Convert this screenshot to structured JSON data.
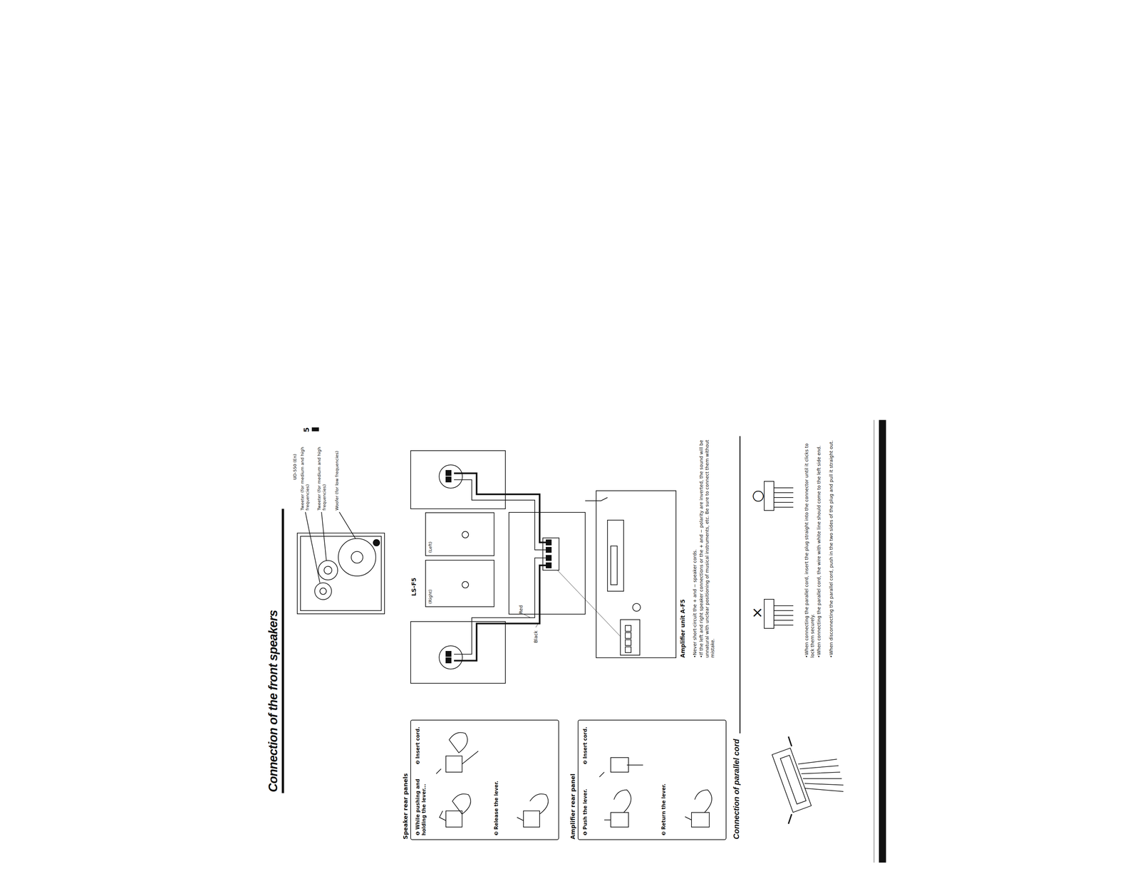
{
  "diagram": {
    "title": "Connection of the front speakers",
    "nodes": [
      {
        "text": [
          "Speaker rear panels",
          "❶ While pushing and holding the lever...",
          "❷ Insert cord.",
          "❸ Release the lever."
        ]
      },
      {
        "text": [
          "Amplifier rear panel",
          "❶ Push the lever.",
          "❷ Insert cord.",
          "❸ Return the lever."
        ]
      },
      {
        "text": [
          "(Right)"
        ]
      },
      {
        "text": [
          "(Left)"
        ]
      },
      {
        "text": [
          "Amplifier unit A-F5"
        ]
      }
    ],
    "labels": [
      "UD-550 (En)",
      "5",
      "Tweeter (for medium and high frequencies)",
      "Tweeter (for medium and high frequencies)",
      "Woofer (for low frequencies)",
      "LS-F5",
      "Red",
      "Black",
      "•Never short-circuit the + and − speaker cords.",
      "•If the left and right speaker connections or the + and − polarity are inverted, the sound will be unnatural with unclear positioning of musical instruments, etc. Be sure to connect them without mistake.",
      "Connection of parallel cord",
      "×",
      "○",
      "•When connecting the parallel cord, insert the plug straight into the connector until it clicks to lock them securely.",
      "•When connecting the parallel cord, the wire with white line should come to the left side end.",
      "•When disconnecting the parallel cord, push in the two sides of the plug and pull it straight out."
    ]
  }
}
